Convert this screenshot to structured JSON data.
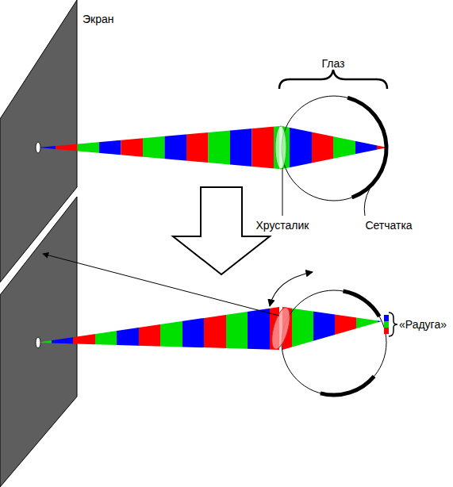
{
  "diagram": {
    "labels": [
      "Экран",
      "Глаз",
      "Хрусталик",
      "Сетчатка",
      "«Радуга»"
    ]
  }
}
